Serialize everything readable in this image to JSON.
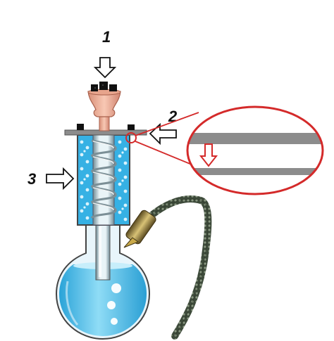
{
  "labels": {
    "bowl": "1",
    "tray": "2",
    "cooler": "3"
  },
  "colors": {
    "water": "#3ab8e6",
    "water_light": "#9fe0f7",
    "bowl": "#f2b49b",
    "coal": "#111111",
    "tray": "#8c8c8c",
    "hose": "#3d4a3a",
    "magnifier": "#d42a2a",
    "arrow": "#111111"
  },
  "icons": [
    "down-arrow-icon",
    "left-arrow-icon",
    "right-arrow-icon",
    "magnifier-circle"
  ]
}
